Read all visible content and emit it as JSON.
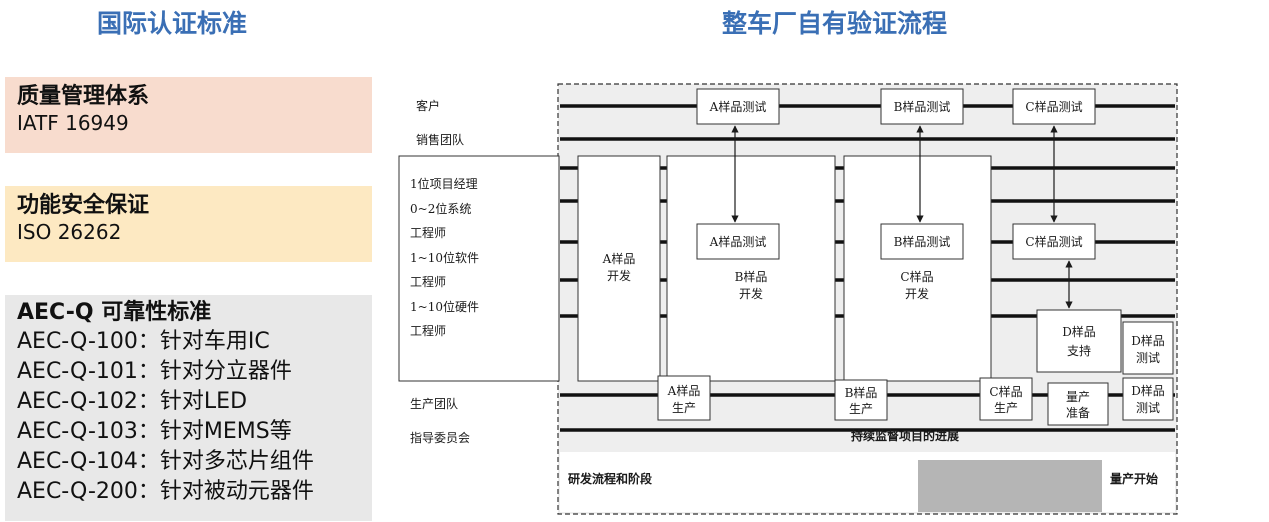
{
  "left_title": "国际认证标准",
  "right_title": "整车厂自有验证流程",
  "standards": [
    {
      "title": "质量管理体系",
      "lines": [
        "IATF 16949"
      ],
      "bg": "#f8dcce"
    },
    {
      "title": "功能安全保证",
      "lines": [
        "ISO 26262"
      ],
      "bg": "#fde9c2"
    },
    {
      "title": "AEC-Q 可靠性标准",
      "lines": [
        "AEC-Q-100：针对车用IC",
        "AEC-Q-101：针对分立器件",
        "AEC-Q-102：针对LED",
        "AEC-Q-103：针对MEMS等",
        "AEC-Q-104：针对多芯片组件",
        "AEC-Q-200：针对被动元器件"
      ],
      "bg": "#e8e8e8"
    }
  ],
  "diagram": {
    "lane_labels": {
      "customer": "客户",
      "sales": "销售团队",
      "production": "生产团队",
      "steering": "指导委员会"
    },
    "team_lines": [
      "1位项目经理",
      "0~2位系统",
      "工程师",
      "1~10位软件",
      "工程师",
      "1~10位硬件",
      "工程师"
    ],
    "dev_phases": [
      {
        "lines": [
          "A样品",
          "开发"
        ]
      },
      {
        "lines": [
          "B样品",
          "开发"
        ]
      },
      {
        "lines": [
          "C样品",
          "开发"
        ]
      }
    ],
    "tests": {
      "a_top": "A样品测试",
      "b_top": "B样品测试",
      "c_top": "C样品测试",
      "a_mid": "A样品测试",
      "b_mid": "B样品测试",
      "c_mid": "C样品测试"
    },
    "d_support": [
      "D样品",
      "支持"
    ],
    "d_test_1": [
      "D样品",
      "测试"
    ],
    "d_test_2": [
      "D样品",
      "测试"
    ],
    "production_boxes": [
      {
        "lines": [
          "A样品",
          "生产"
        ]
      },
      {
        "lines": [
          "B样品",
          "生产"
        ]
      },
      {
        "lines": [
          "C样品",
          "生产"
        ]
      },
      {
        "lines": [
          "量产",
          "准备"
        ]
      }
    ],
    "monitor_label": "持续监督项目的进展",
    "process_label": "研发流程和阶段",
    "mass_production_label": "量产开始"
  }
}
